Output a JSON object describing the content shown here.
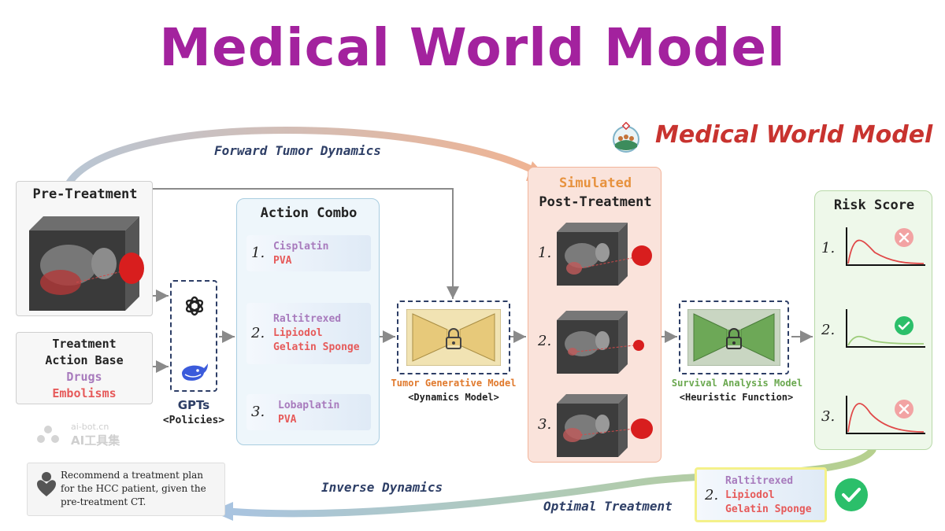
{
  "page_title": "Medical World Model",
  "logo_text": "Medical World Model",
  "forward_label": "Forward Tumor Dynamics",
  "inverse_label": "Inverse Dynamics",
  "pre_treatment": {
    "title": "Pre-Treatment"
  },
  "action_base": {
    "line1": "Treatment",
    "line2": "Action Base",
    "drugs": "Drugs",
    "embolisms": "Embolisms"
  },
  "gpts": {
    "label": "GPTs",
    "sublabel": "<Policies>"
  },
  "watermark": {
    "line1": "ai-bot.cn",
    "line2": "AI工具集"
  },
  "action_combo": {
    "title": "Action Combo",
    "items": [
      {
        "num": "1.",
        "drugs": [
          {
            "text": "Cisplatin",
            "color": "purple"
          },
          {
            "text": "PVA",
            "color": "red"
          }
        ]
      },
      {
        "num": "2.",
        "drugs": [
          {
            "text": "Raltitrexed",
            "color": "purple"
          },
          {
            "text": "Lipiodol",
            "color": "red"
          },
          {
            "text": "Gelatin Sponge",
            "color": "red"
          }
        ]
      },
      {
        "num": "3.",
        "drugs": [
          {
            "text": "Lobaplatin",
            "color": "purple"
          },
          {
            "text": "PVA",
            "color": "red"
          }
        ]
      }
    ]
  },
  "tumor_model": {
    "label": "Tumor Generative Model",
    "sublabel": "<Dynamics Model>"
  },
  "simulated": {
    "title1": "Simulated",
    "title2": "Post-Treatment",
    "nums": [
      "1.",
      "2.",
      "3."
    ]
  },
  "survival_model": {
    "label": "Survival Analysis Model",
    "sublabel": "<Heuristic Function>"
  },
  "risk_score": {
    "title": "Risk Score",
    "nums": [
      "1.",
      "2.",
      "3."
    ]
  },
  "optimal": {
    "label": "Optimal Treatment",
    "num": "2.",
    "drugs": [
      {
        "text": "Raltitrexed",
        "color": "purple"
      },
      {
        "text": "Lipiodol",
        "color": "red"
      },
      {
        "text": "Gelatin Sponge",
        "color": "red"
      }
    ]
  },
  "prompt": {
    "text": [
      "Recommend a treatment plan",
      "for the HCC patient, given the",
      "pre-treatment CT."
    ]
  },
  "colors": {
    "title": "#a3229e",
    "accent_red": "#e65a5a",
    "accent_purple": "#a87bbd",
    "dash_border": "#2d3e66"
  }
}
